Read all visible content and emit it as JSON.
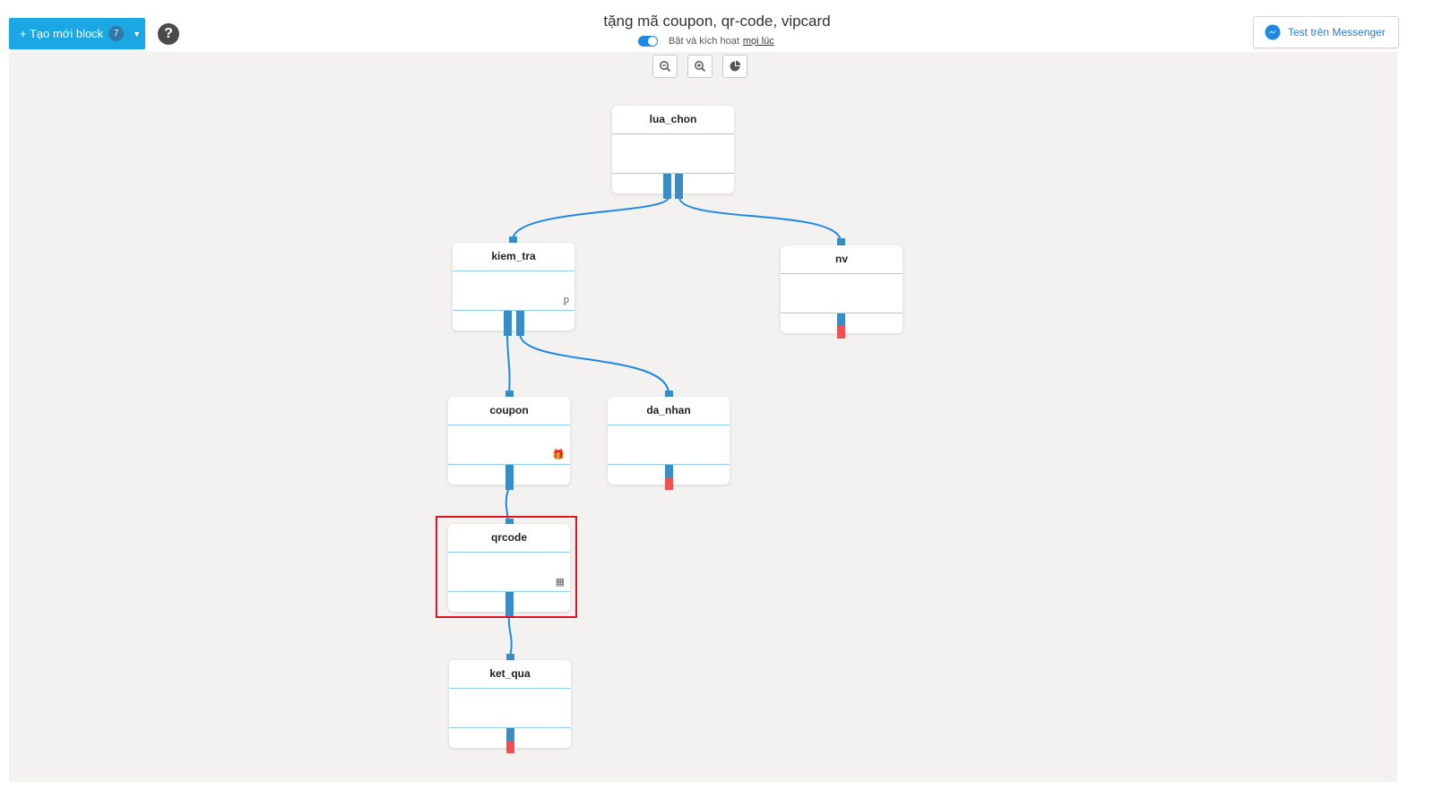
{
  "toolbar": {
    "create_label": "+ Tạo mới block",
    "create_count": "7",
    "help_icon": "question-circle-icon",
    "messenger_label": "Test trên Messenger",
    "messenger_icon": "messenger-icon"
  },
  "flow": {
    "title": "tặng mã coupon, qr-code, vipcard",
    "toggle_on": true,
    "status_prefix": "Bật và kích hoạt",
    "status_link": "mọi lúc"
  },
  "zoom": {
    "zoom_out_icon": "zoom-out-icon",
    "zoom_in_icon": "zoom-in-icon",
    "stats_icon": "pie-chart-icon"
  },
  "blocks": [
    {
      "id": "lua_chon",
      "label": "lua_chon"
    },
    {
      "id": "kiem_tra",
      "label": "kiem_tra",
      "icon": "branch-icon",
      "icon_glyph": "ᵱ"
    },
    {
      "id": "nv",
      "label": "nv"
    },
    {
      "id": "coupon",
      "label": "coupon",
      "icon": "gift-icon",
      "icon_glyph": "🎁"
    },
    {
      "id": "da_nhan",
      "label": "da_nhan"
    },
    {
      "id": "qrcode",
      "label": "qrcode",
      "icon": "qrcode-icon",
      "icon_glyph": "▦",
      "selected": true
    },
    {
      "id": "ket_qua",
      "label": "ket_qua"
    }
  ],
  "connections": [
    {
      "from": "lua_chon",
      "to": "kiem_tra"
    },
    {
      "from": "lua_chon",
      "to": "nv"
    },
    {
      "from": "kiem_tra",
      "to": "coupon"
    },
    {
      "from": "kiem_tra",
      "to": "da_nhan"
    },
    {
      "from": "coupon",
      "to": "qrcode"
    },
    {
      "from": "qrcode",
      "to": "ket_qua"
    }
  ],
  "colors": {
    "primary": "#1ba7e3",
    "port": "#3a8cc4",
    "end_port": "#f05050",
    "wire": "#1e88e5",
    "selection": "#e0141e"
  }
}
